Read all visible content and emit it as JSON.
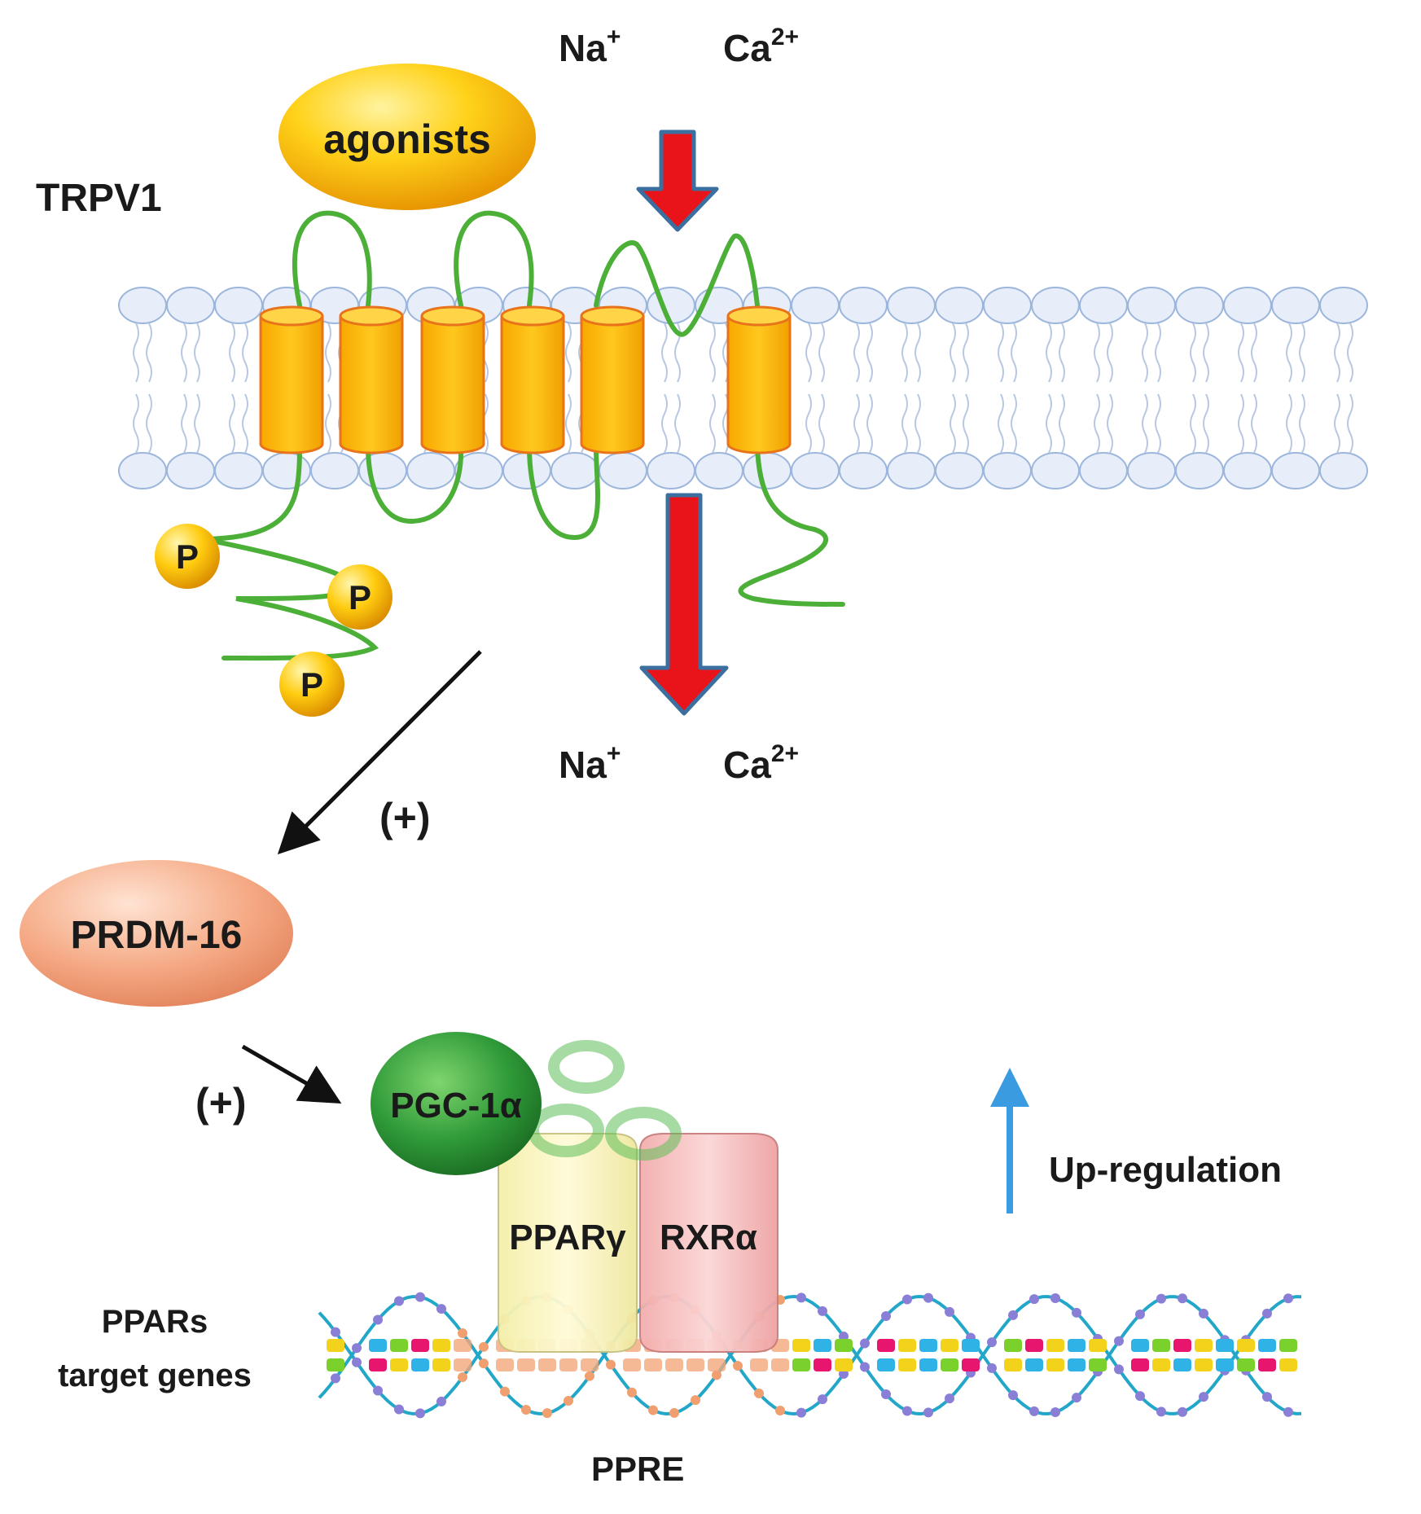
{
  "labels": {
    "receptor": "TRPV1",
    "agonists": "agonists",
    "ion_na": "Na",
    "ion_na_charge": "+",
    "ion_ca": "Ca",
    "ion_ca_charge": "2+",
    "phospho": "P",
    "activation": "(+)",
    "prdm16": "PRDM-16",
    "pgc1a": "PGC-1α",
    "ppar_gamma": "PPARγ",
    "rxr_alpha": "RXRα",
    "ppars_target_line1": "PPARs",
    "ppars_target_line2": "target genes",
    "ppre": "PPRE",
    "upregulation": "Up-regulation"
  },
  "colors": {
    "helix_fill": "#f5b800",
    "helix_stroke": "#e8731a",
    "loop": "#4caf38",
    "ion_arrow": "#e8141a",
    "ion_arrow_edge": "#3b6fa0",
    "membrane_head": "#e7eef9",
    "membrane_edge": "#9cb6dc",
    "prdm16": "#f3a683",
    "pgc1a": "#2f9a38",
    "ppar_gamma": "#fbf7c2",
    "rxr_alpha": "#f8c7c7",
    "dna_strand": "#23a7c9",
    "upregulation_arrow": "#3a9be0"
  }
}
